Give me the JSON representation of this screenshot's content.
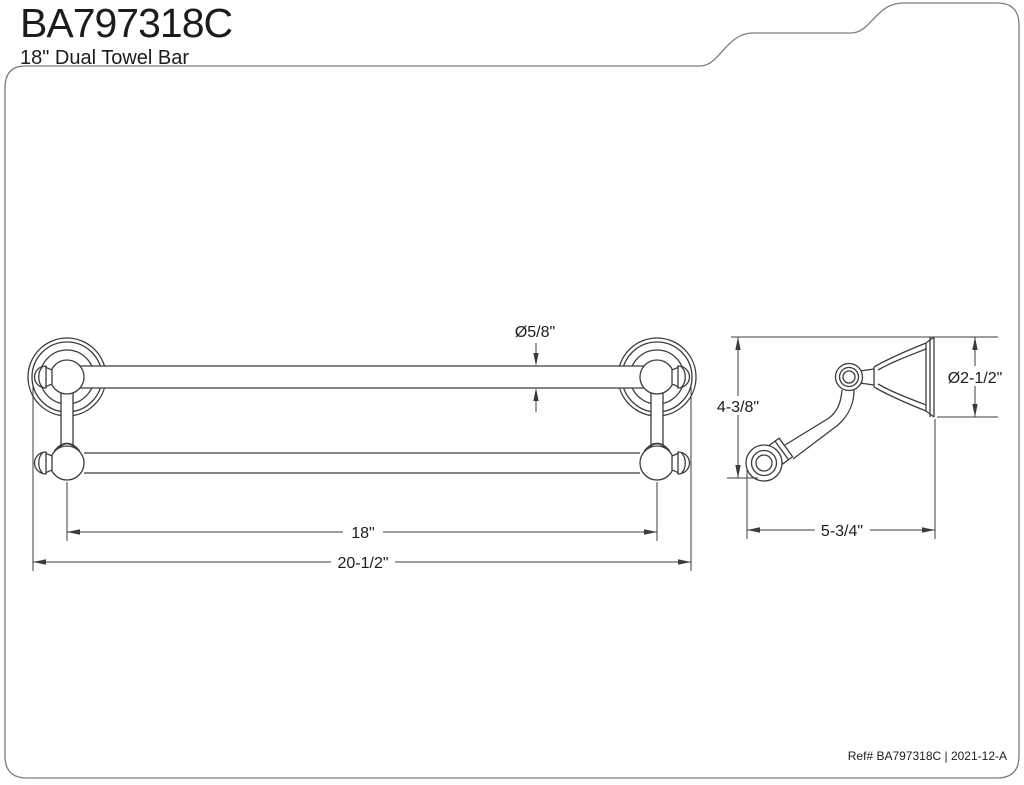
{
  "product": {
    "model": "BA797318C",
    "name": "18\" Dual Towel Bar"
  },
  "footer": {
    "ref": "Ref# BA797318C | 2021-12-A"
  },
  "dimensions": {
    "bar_diameter": "Ø5/8\"",
    "bar_length": "18\"",
    "overall_width": "20-1/2\"",
    "overall_height": "4-3/8\"",
    "flange_diameter": "Ø2-1/2\"",
    "projection": "5-3/4\""
  },
  "colors": {
    "line": "#3c3c3c",
    "border": "#7d7d7d",
    "text": "#1c1c1c",
    "background": "#ffffff"
  }
}
